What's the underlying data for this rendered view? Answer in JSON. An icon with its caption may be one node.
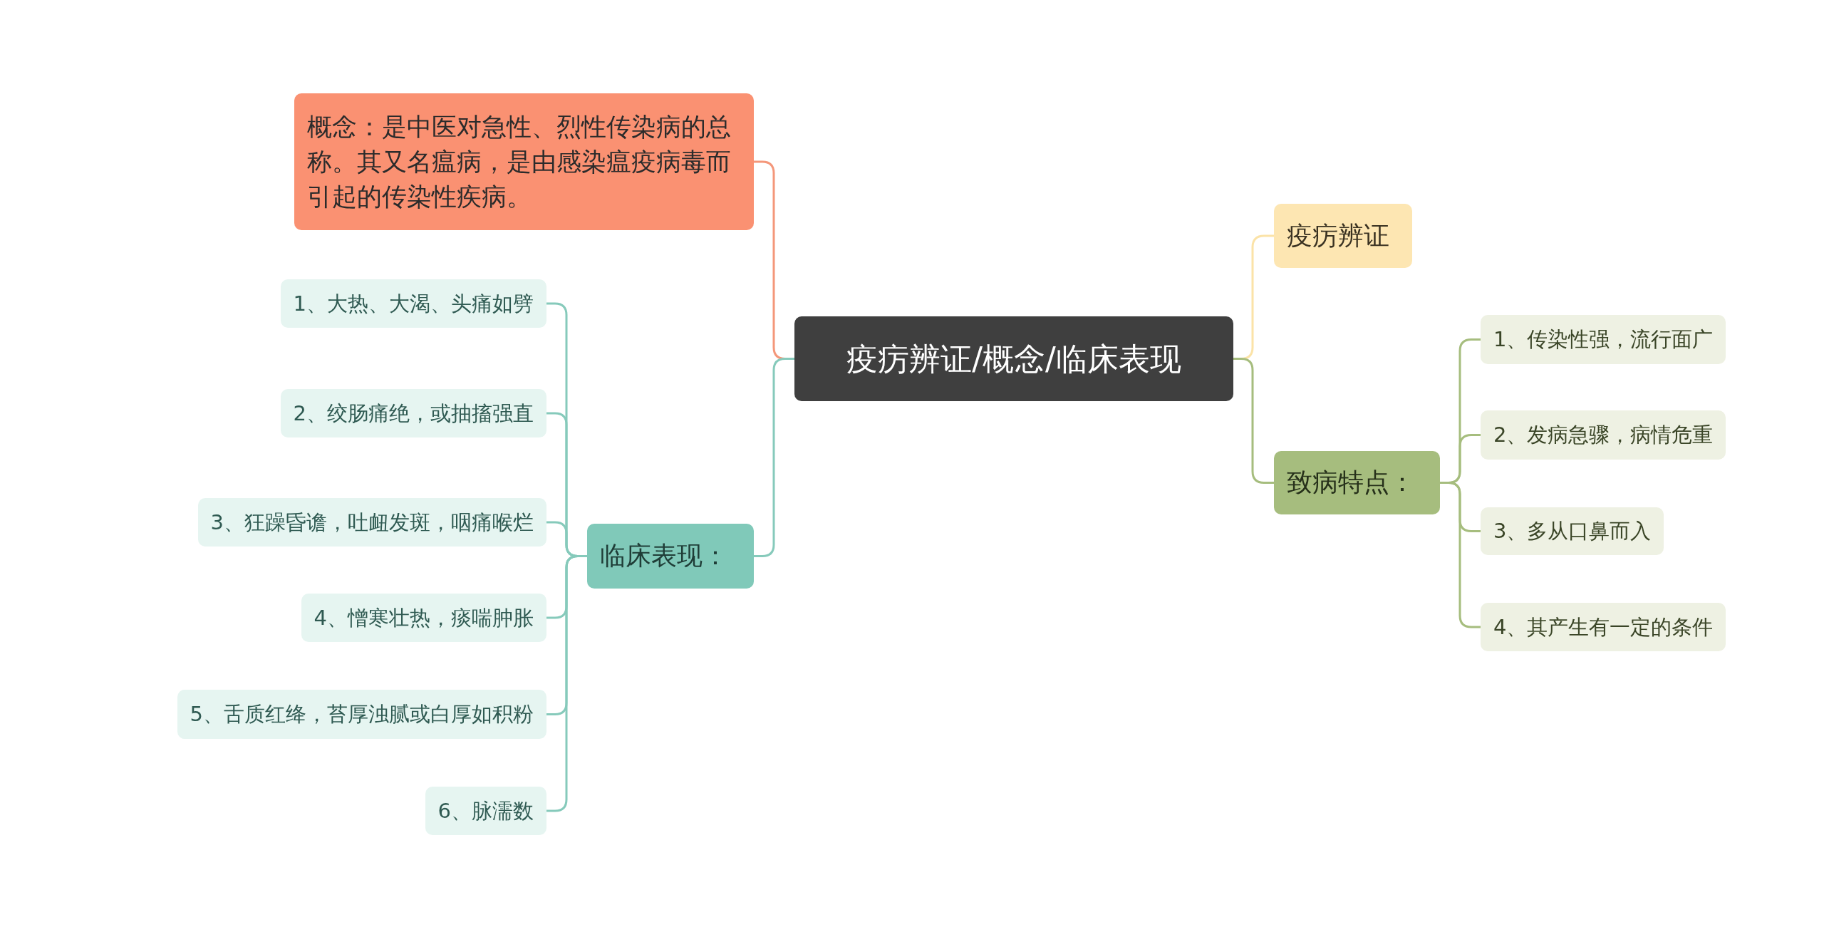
{
  "diagram": {
    "nodes": [
      {
        "text": [
          "疫疠辨证/概念/临床表现"
        ]
      },
      {
        "text": [
          "概念：是中医对急性、烈性传染病的总称。其又名瘟病，是由感染瘟疫病毒而引起的传染性疾病。"
        ]
      },
      {
        "text": [
          "临床表现："
        ]
      },
      {
        "text": [
          "1、大热、大渴、头痛如劈"
        ]
      },
      {
        "text": [
          "2、绞肠痛绝，或抽搐强直"
        ]
      },
      {
        "text": [
          "3、狂躁昏谵，吐衄发斑，咽痛喉烂"
        ]
      },
      {
        "text": [
          "4、憎寒壮热，痰喘肿胀"
        ]
      },
      {
        "text": [
          "5、舌质红绛，苔厚浊腻或白厚如积粉"
        ]
      },
      {
        "text": [
          "6、脉濡数"
        ]
      },
      {
        "text": [
          "疫疠辨证"
        ]
      },
      {
        "text": [
          "致病特点："
        ]
      },
      {
        "text": [
          "1、传染性强，流行面广"
        ]
      },
      {
        "text": [
          "2、发病急骤，病情危重"
        ]
      },
      {
        "text": [
          "3、多从口鼻而入"
        ]
      },
      {
        "text": [
          "4、其产生有一定的条件"
        ]
      }
    ],
    "edges": [
      {
        "from": 0,
        "to": 1,
        "arrow": "none",
        "color": "#f4977a"
      },
      {
        "from": 0,
        "to": 2,
        "arrow": "none"
      },
      {
        "from": 2,
        "to": 3,
        "arrow": "none"
      },
      {
        "from": 2,
        "to": 4,
        "arrow": "none"
      },
      {
        "from": 2,
        "to": 5,
        "arrow": "none"
      },
      {
        "from": 2,
        "to": 6,
        "arrow": "none"
      },
      {
        "from": 2,
        "to": 7,
        "arrow": "none"
      },
      {
        "from": 2,
        "to": 8,
        "arrow": "none"
      },
      {
        "from": 0,
        "to": 9,
        "arrow": "none",
        "color": "#fbe3a8"
      },
      {
        "from": 0,
        "to": 10,
        "arrow": "none",
        "color": "#a6bd7e"
      },
      {
        "from": 10,
        "to": 11,
        "arrow": "none",
        "color": "#a6bd7e"
      },
      {
        "from": 10,
        "to": 12,
        "arrow": "none",
        "color": "#a6bd7e"
      },
      {
        "from": 10,
        "to": 13,
        "arrow": "none",
        "color": "#a6bd7e"
      },
      {
        "from": 10,
        "to": 14,
        "arrow": "none",
        "color": "#a6bd7e"
      }
    ]
  }
}
